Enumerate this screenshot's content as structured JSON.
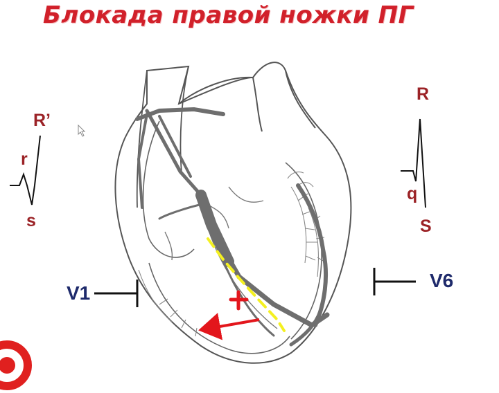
{
  "title": "Блокада правой ножки ПГ",
  "v1_complex": {
    "r_label": "r",
    "r_prime_label": "R’",
    "s_label": "s"
  },
  "v6_complex": {
    "r_label": "R",
    "q_label": "q",
    "s_label": "S"
  },
  "leads": {
    "v1": "V1",
    "v6": "V6"
  },
  "colors": {
    "title": "#d1202a",
    "wave_labels": "#9b2226",
    "lead_labels": "#1e2a6b",
    "conduction": "#6e6e6e",
    "blocked_branch": "#f4f020",
    "block_arrow": "#e3161c"
  },
  "icons": [
    "mouse-cursor-icon",
    "logo-icon"
  ]
}
